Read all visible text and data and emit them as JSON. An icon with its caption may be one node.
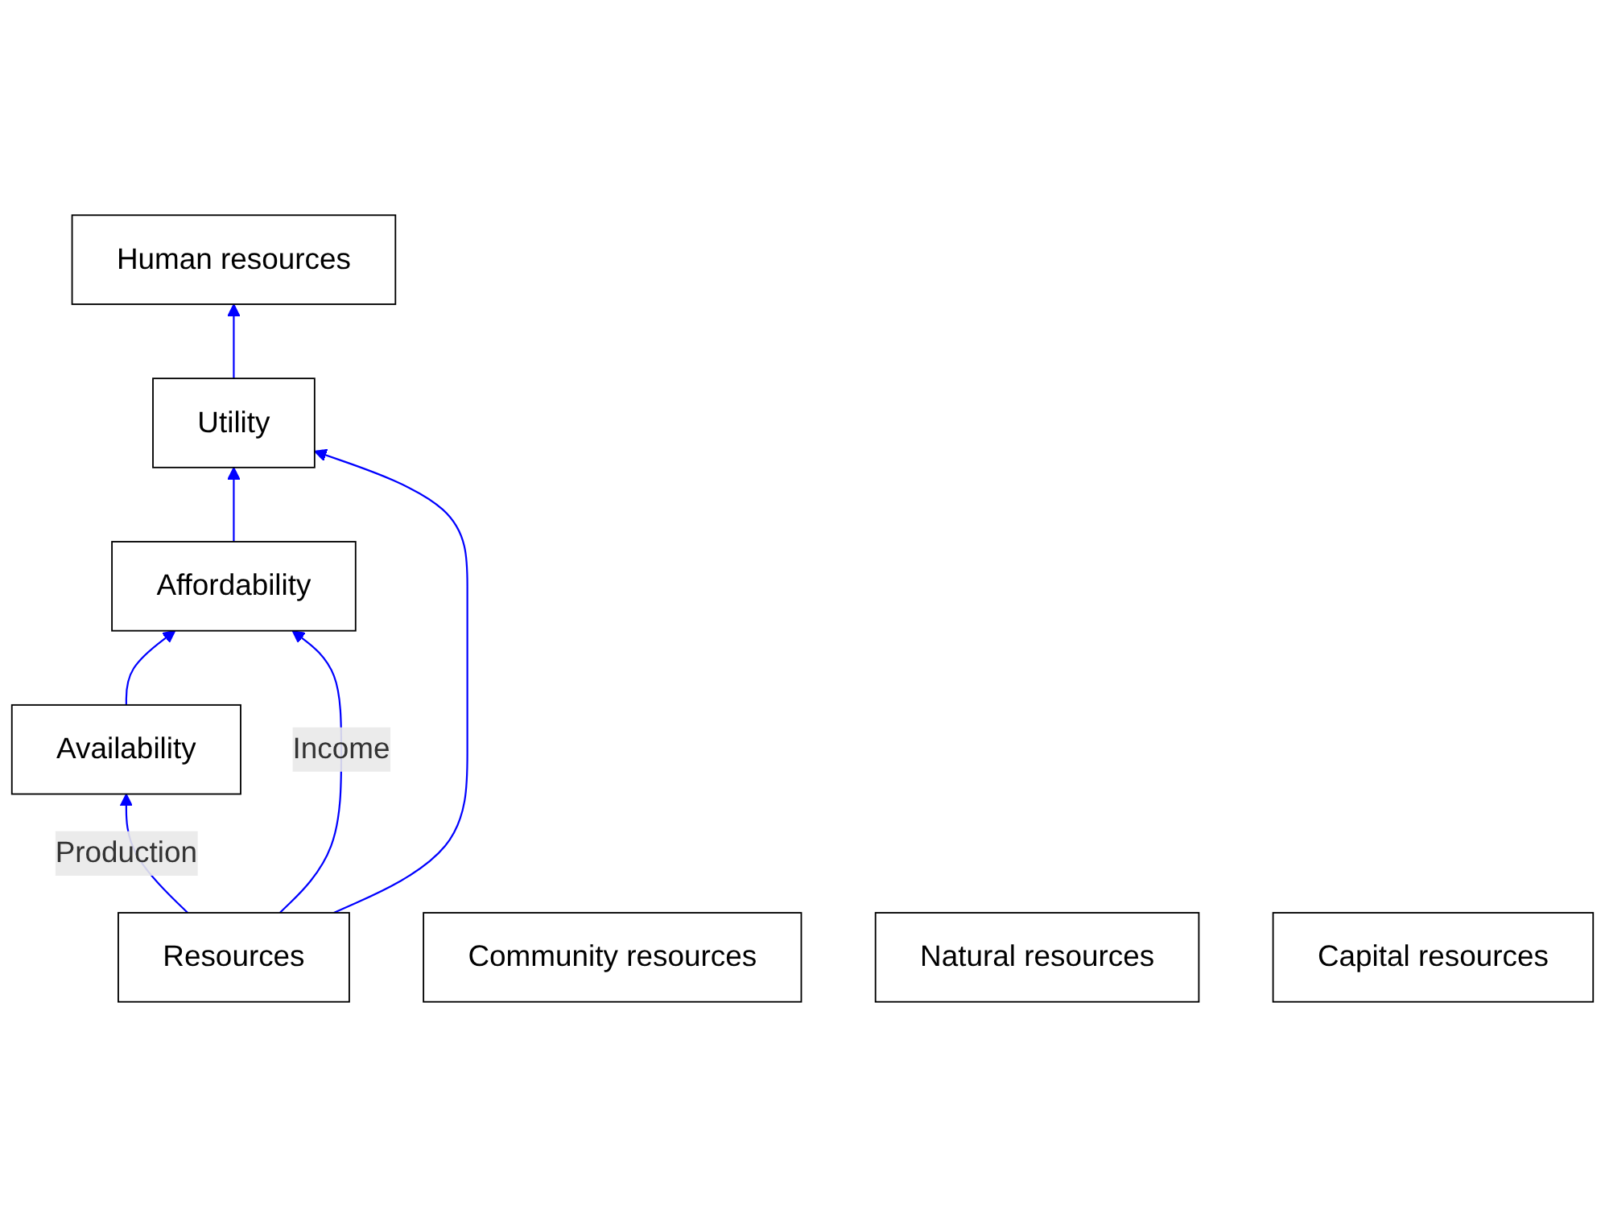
{
  "diagram": {
    "nodes": [
      {
        "text": [
          "Utility"
        ]
      },
      {
        "text": [
          "Affordability"
        ]
      },
      {
        "text": [
          "Availability"
        ]
      },
      {
        "text": [
          "Resources"
        ]
      },
      {
        "text": [
          "Community resources"
        ]
      },
      {
        "text": [
          "Natural resources"
        ]
      },
      {
        "text": [
          "Capital resources"
        ]
      },
      {
        "text": [
          "Human resources"
        ]
      }
    ],
    "edges": [
      {
        "from": 3,
        "to": 2,
        "arrow": "to",
        "label": "Production"
      },
      {
        "from": 2,
        "to": 1,
        "arrow": "to"
      },
      {
        "from": 1,
        "to": 0,
        "arrow": "to"
      },
      {
        "from": 3,
        "to": 1,
        "arrow": "to",
        "label": "Income"
      },
      {
        "from": 3,
        "to": 0,
        "arrow": "to"
      },
      {
        "from": 0,
        "to": 7,
        "arrow": "to"
      }
    ]
  }
}
